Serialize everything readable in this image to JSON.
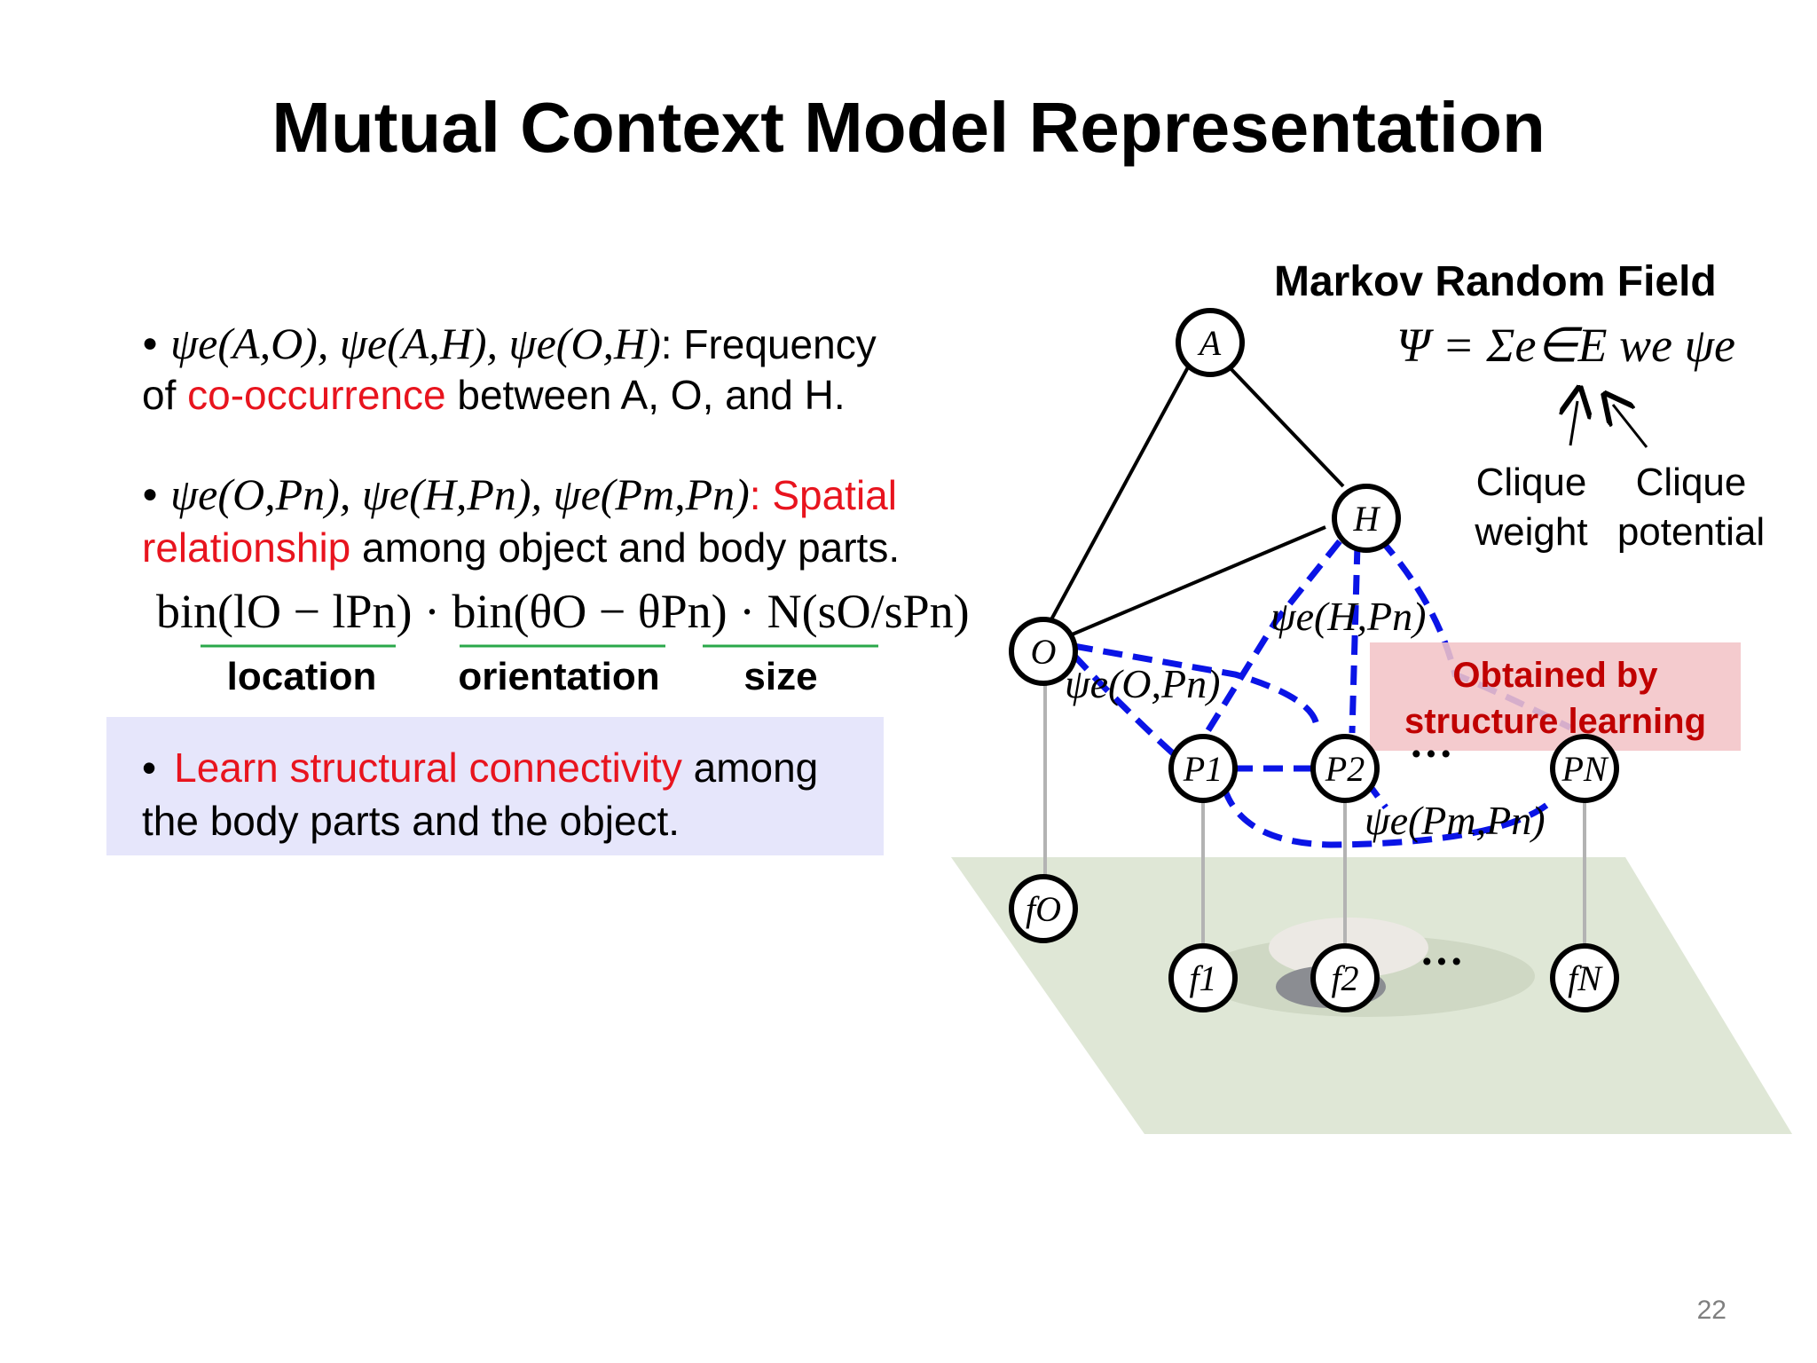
{
  "slide": {
    "title": "Mutual Context Model Representation",
    "page_number": "22"
  },
  "bullet1": {
    "formula": "ψe(A,O), ψe(A,H), ψe(O,H)",
    "text_a": ": Frequency",
    "text_b_pre": "of ",
    "text_b_red": "co-occurrence",
    "text_b_post": " between A, O, and H."
  },
  "bullet2": {
    "formula": "ψe(O,Pn), ψe(H,Pn), ψe(Pm,Pn)",
    "text_red_a": ": Spatial",
    "text_red_b": "relationship",
    "text_b": " among object and body parts."
  },
  "feature_formula": {
    "expression": "bin(lO − lPn) · bin(θO − θPn) · N(sO/sPn)",
    "labels": [
      "location",
      "orientation",
      "size"
    ]
  },
  "learn_box": {
    "red_text": "Learn structural connectivity",
    "text_a": " among",
    "text_b": "the body parts and the object.",
    "background": "#e6e6fb"
  },
  "mrf": {
    "title": "Markov Random Field",
    "equation": "Ψ = Σe∈E we ψe",
    "clique_weight": [
      "Clique",
      "weight"
    ],
    "clique_potential": [
      "Clique",
      "potential"
    ]
  },
  "graph": {
    "nodes": [
      "A",
      "H",
      "O",
      "P1",
      "P2",
      "PN",
      "fO",
      "f1",
      "f2",
      "fN"
    ],
    "edge_labels": [
      "ψe(H,Pn)",
      "ψe(O,Pn)",
      "ψe(Pm,Pn)"
    ],
    "dots": "···",
    "structure_label": [
      "Obtained by",
      "structure learning"
    ],
    "structure_label_color": "#c00000",
    "dashed_edge_color": "#0a14e6"
  }
}
